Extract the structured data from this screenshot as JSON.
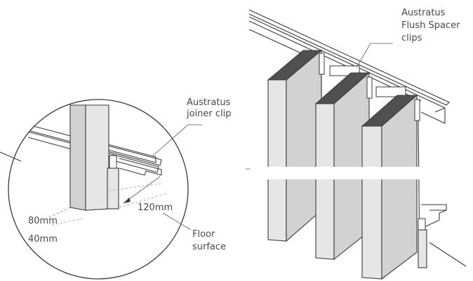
{
  "diagram": {
    "colors": {
      "outline": "#3a3a3a",
      "blade_face": "#e6e6e6",
      "blade_side": "#d2d2d2",
      "blade_top": "#505050",
      "label_text": "#4a4a4a",
      "dashed_guide": "#9a9a9a"
    },
    "callouts": {
      "joiner_clip": [
        "Austratus",
        "joiner clip"
      ],
      "flush_spacer": [
        "Austratus",
        "Flush Spacer",
        "clips"
      ],
      "floor": [
        "Floor",
        "surface"
      ]
    },
    "dimensions": {
      "d120": "120mm",
      "d80": "80mm",
      "d40": "40mm"
    }
  }
}
